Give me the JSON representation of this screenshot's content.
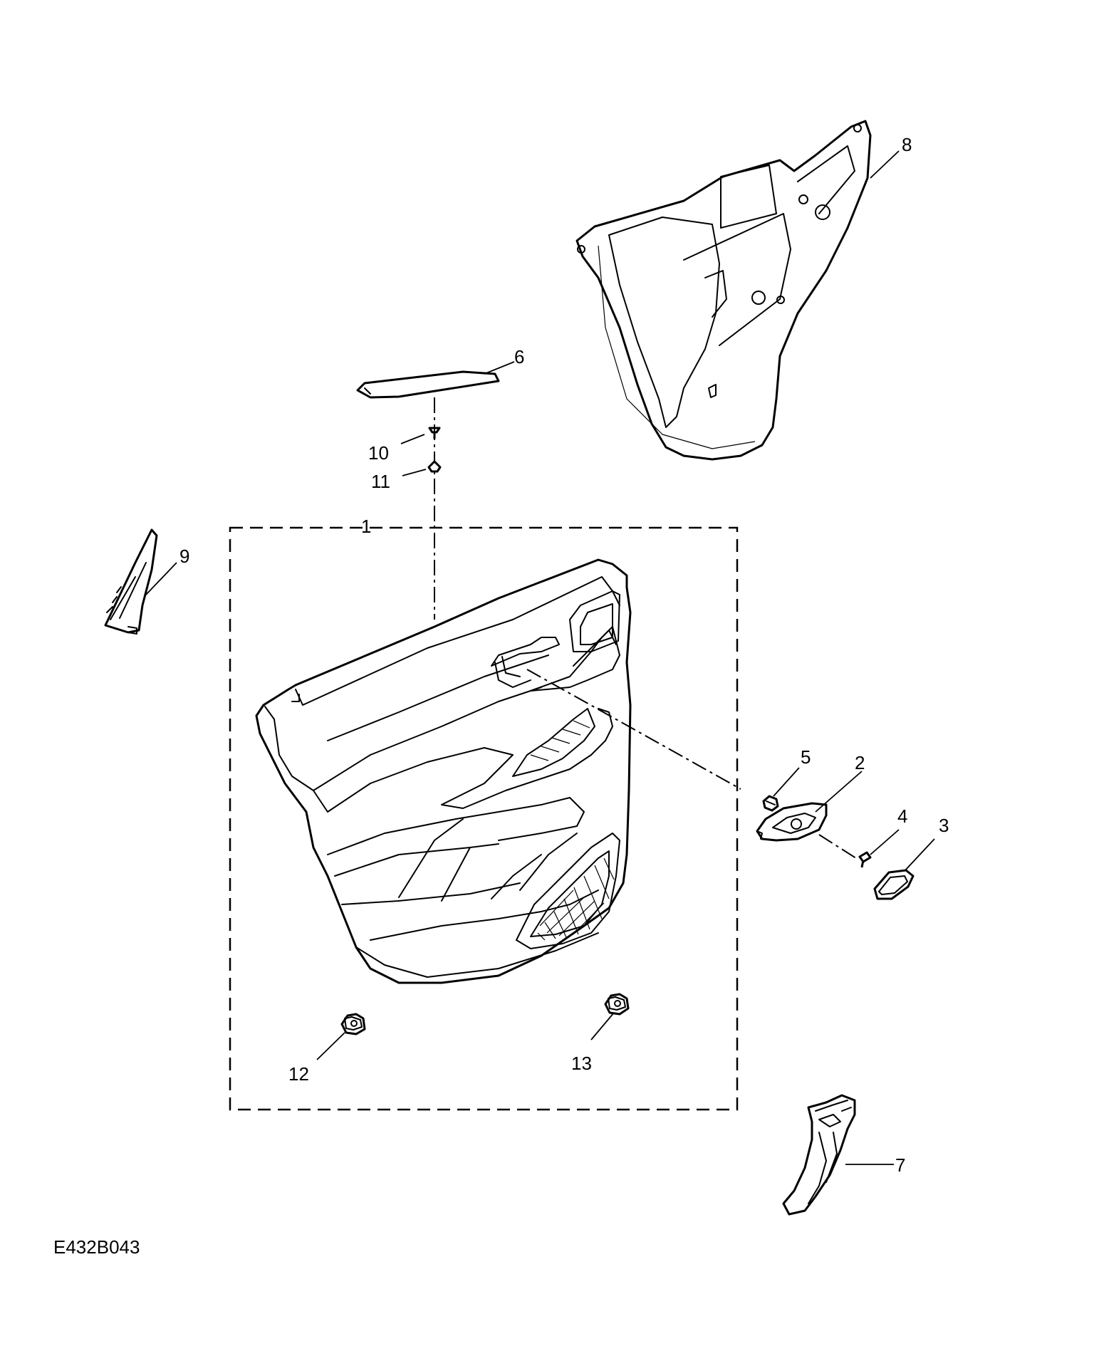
{
  "drawing_code": "E432B043",
  "callouts": {
    "c1": "1",
    "c2": "2",
    "c3": "3",
    "c4": "4",
    "c5": "5",
    "c6": "6",
    "c7": "7",
    "c8": "8",
    "c9": "9",
    "c10": "10",
    "c11": "11",
    "c12": "12",
    "c13": "13"
  }
}
